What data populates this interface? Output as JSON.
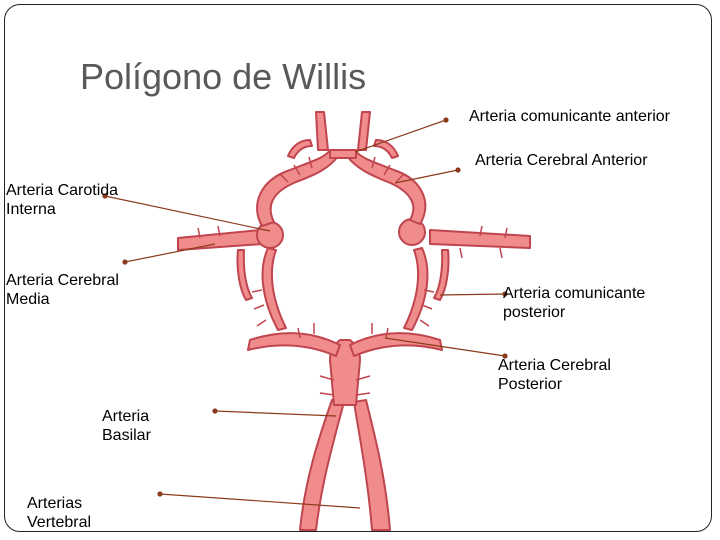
{
  "slide": {
    "title": "Polígono de Willis"
  },
  "labels": {
    "comunicante_anterior": "Arteria comunicante anterior",
    "cerebral_anterior": "Arteria Cerebral Anterior",
    "carotida_interna": [
      "Arteria Carotida",
      "Interna"
    ],
    "cerebral_media": [
      "Arteria Cerebral",
      "Media"
    ],
    "comunicante_posterior": [
      "Arteria comunicante",
      "posterior"
    ],
    "cerebral_posterior": [
      "Arteria Cerebral",
      "Posterior"
    ],
    "basilar": [
      "Arteria",
      "Basilar"
    ],
    "vertebral": [
      "Arterias",
      "Vertebral"
    ]
  },
  "colors": {
    "artery_fill": "#f08c8c",
    "artery_stroke": "#c0454f",
    "leader_line": "#8b3a1a"
  }
}
